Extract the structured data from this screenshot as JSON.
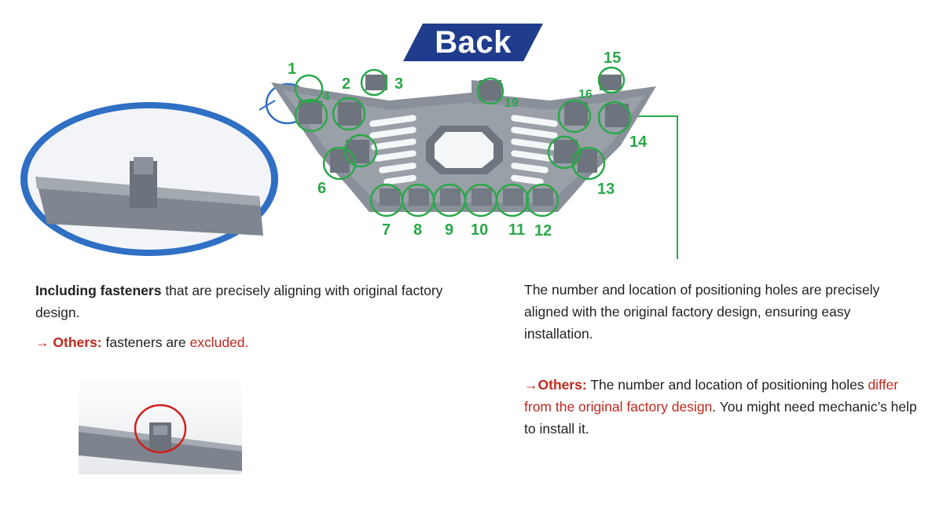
{
  "banner": {
    "title": "Back"
  },
  "callouts": [
    "1",
    "2",
    "3",
    "4",
    "6",
    "7",
    "8",
    "9",
    "10",
    "11",
    "12",
    "13",
    "14",
    "15",
    "16",
    "19"
  ],
  "left": {
    "heading_bold": "Including fasteners",
    "heading_rest": " that are precisely aligning with original factory design.",
    "note_arrow": "→",
    "note_label": "Others:",
    "note_mid": " fasteners are ",
    "note_excluded": "excluded."
  },
  "right": {
    "body": "The number and location of positioning holes are precisely aligned with the original factory design, ensuring easy installation.",
    "note_arrow": "→",
    "note_label": "Others:",
    "note_mid": " The number and location of positioning holes ",
    "note_red": "differ from the original factory design",
    "note_end": ". You might need mechanic’s help to install it."
  },
  "colors": {
    "banner": "#1f3d8c",
    "callout": "#2aa84a",
    "warning": "#c0281e",
    "zoom_ring": "#2f6fc4",
    "photo_circle": "#d0201c"
  }
}
